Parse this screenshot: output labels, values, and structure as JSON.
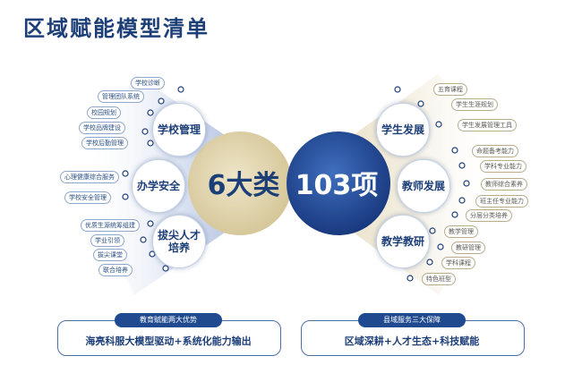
{
  "title": "区域赋能模型清单",
  "center": {
    "left": "6大类",
    "right": "103项"
  },
  "left_categories": [
    {
      "label": "学校管理",
      "items": [
        "学校诊断",
        "管理团队系统",
        "校园规划",
        "学校品牌建设",
        "学校后勤管理"
      ]
    },
    {
      "label": "办学安全",
      "items": [
        "心理健康综合服务",
        "学校安全管理"
      ]
    },
    {
      "label": "拔尖人才培养",
      "label_line1": "拔尖人才",
      "label_line2": "培养",
      "items": [
        "优质生源统筹组建",
        "学业引领",
        "拔尖课堂",
        "联合培养"
      ]
    }
  ],
  "right_categories": [
    {
      "label": "学生发展",
      "items": [
        "五育课程",
        "学生生涯规划",
        "学生发展管理工具"
      ]
    },
    {
      "label": "教师发展",
      "items": [
        "命题备考能力",
        "学科专业能力",
        "教师综合素养",
        "班主任专业能力",
        "分层分类培养"
      ]
    },
    {
      "label": "教学教研",
      "items": [
        "教学管理",
        "教研管理",
        "学科课程",
        "特色班型"
      ]
    }
  ],
  "footer": {
    "left": {
      "label": "教育赋能两大优势",
      "text": "海亮科服大模型驱动+系统化能力输出"
    },
    "right": {
      "label": "县域服务三大保障",
      "text": "区域深耕+人才生态+科技赋能"
    }
  },
  "colors": {
    "navy": "#1d3f78",
    "blue": "#1f4a8f",
    "gold": "#d6c9a0"
  }
}
